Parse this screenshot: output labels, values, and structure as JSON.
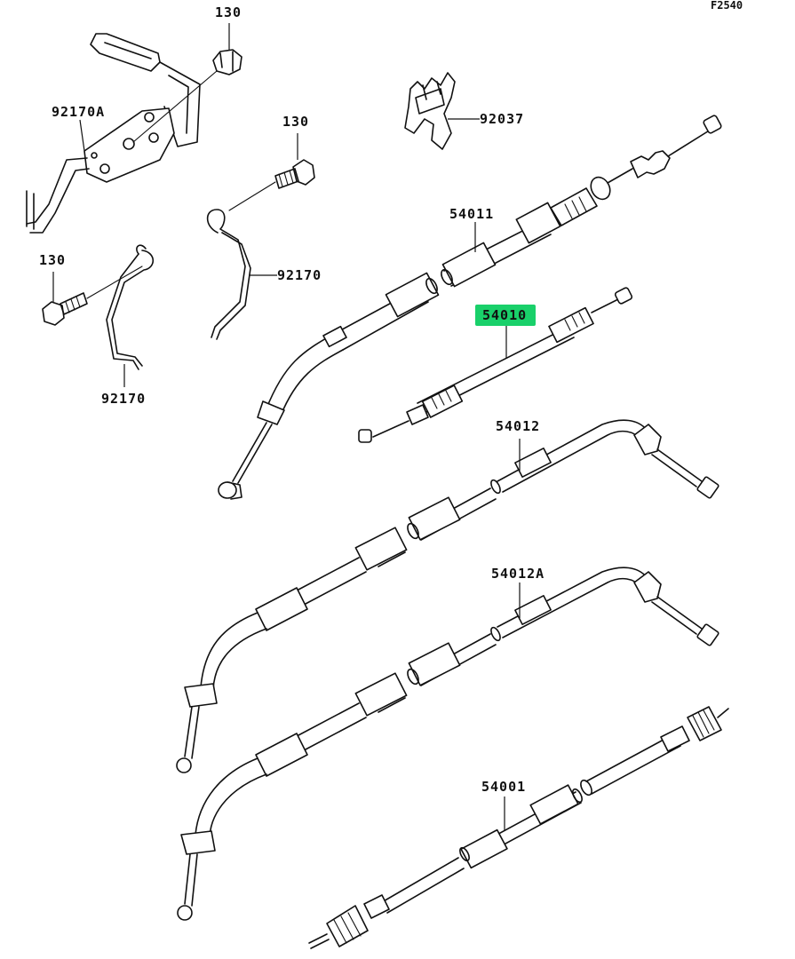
{
  "figure_code": "F2540",
  "highlight_color": "#19d06a",
  "labels": {
    "bolt_top": "130",
    "bracket_a": "92170A",
    "bolt_mid": "130",
    "clamp": "92037",
    "choke_cable": "54011",
    "bolt_left": "130",
    "bracket_mid": "92170",
    "clutch_cable": "54010",
    "bracket_left": "92170",
    "throttle_cable_open": "54012",
    "throttle_cable_close": "54012A",
    "speedo_cable": "54001"
  },
  "highlighted_part": "54010"
}
